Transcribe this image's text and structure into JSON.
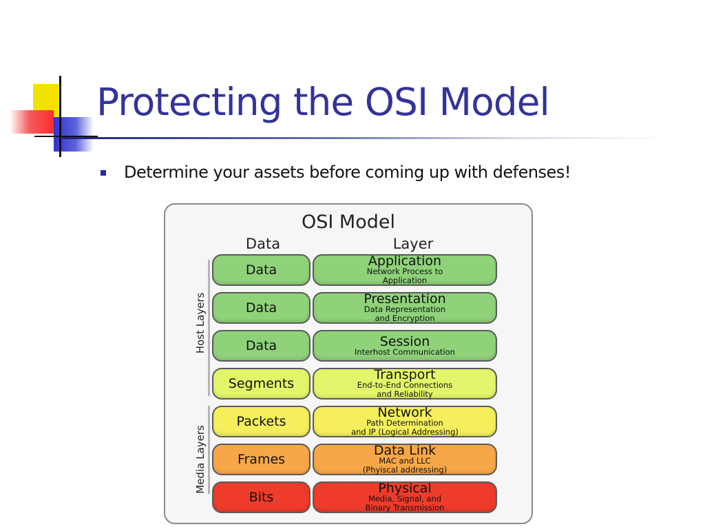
{
  "slide": {
    "title": "Protecting the OSI Model",
    "bullet": "Determine your assets before coming up with defenses!"
  },
  "diagram": {
    "title": "OSI Model",
    "column_data": "Data",
    "column_layer": "Layer",
    "host_label": "Host Layers",
    "media_label": "Media Layers",
    "rows": [
      {
        "data": "Data",
        "layer": "Application",
        "desc1": "Network Process to",
        "desc2": "Application",
        "color": "#8fd27a"
      },
      {
        "data": "Data",
        "layer": "Presentation",
        "desc1": "Data Representation",
        "desc2": "and Encryption",
        "color": "#8fd27a"
      },
      {
        "data": "Data",
        "layer": "Session",
        "desc1": "Interhost Communication",
        "desc2": "",
        "color": "#8fd27a"
      },
      {
        "data": "Segments",
        "layer": "Transport",
        "desc1": "End-to-End Connections",
        "desc2": "and Reliability",
        "color": "#e3f56a"
      },
      {
        "data": "Packets",
        "layer": "Network",
        "desc1": "Path Determination",
        "desc2": "and IP (Logical Addressing)",
        "color": "#f4ef5a"
      },
      {
        "data": "Frames",
        "layer": "Data Link",
        "desc1": "MAC and LLC",
        "desc2": "(Phyiscal addressing)",
        "color": "#f7a748"
      },
      {
        "data": "Bits",
        "layer": "Physical",
        "desc1": "Media, Signal, and",
        "desc2": "Binary Transmission",
        "color": "#ef3b2a"
      }
    ]
  }
}
